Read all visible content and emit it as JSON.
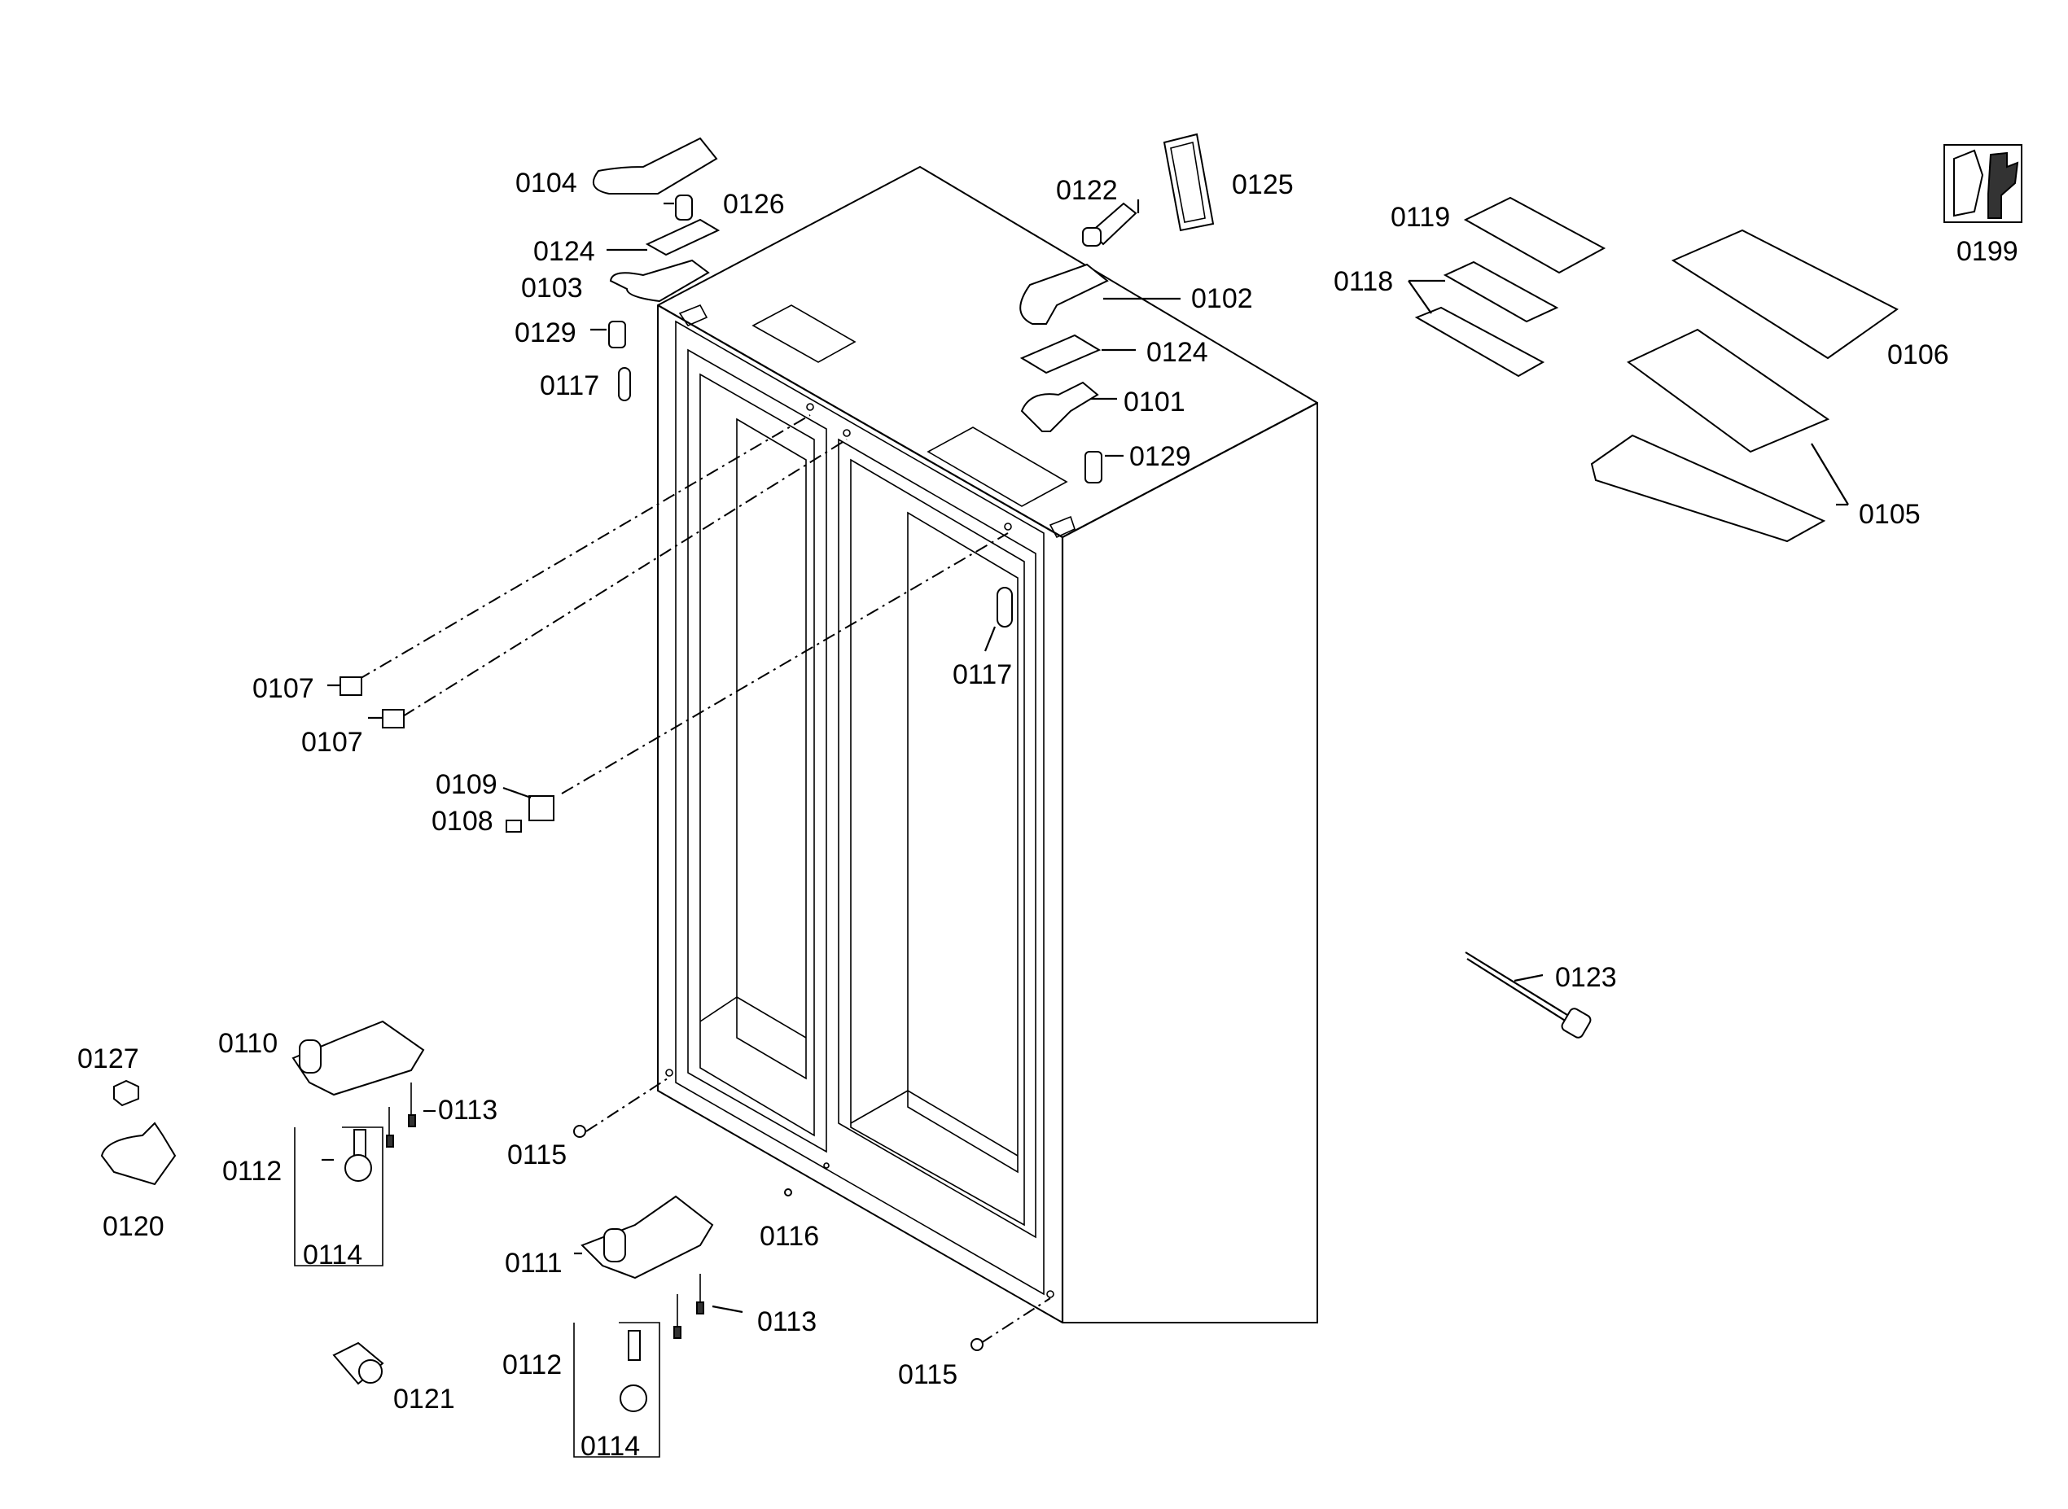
{
  "labels": {
    "l0104": "0104",
    "l0126": "0126",
    "l0124a": "0124",
    "l0103": "0103",
    "l0129a": "0129",
    "l0117a": "0117",
    "l0122": "0122",
    "l0125": "0125",
    "l0102": "0102",
    "l0124b": "0124",
    "l0101": "0101",
    "l0129b": "0129",
    "l0119": "0119",
    "l0118": "0118",
    "l0106": "0106",
    "l0105": "0105",
    "l0199": "0199",
    "l0107a": "0107",
    "l0107b": "0107",
    "l0117b": "0117",
    "l0109": "0109",
    "l0108": "0108",
    "l0123": "0123",
    "l0127": "0127",
    "l0110": "0110",
    "l0113a": "0113",
    "l0112a": "0112",
    "l0115a": "0115",
    "l0120": "0120",
    "l0114a": "0114",
    "l0116": "0116",
    "l0111": "0111",
    "l0113b": "0113",
    "l0112b": "0112",
    "l0121": "0121",
    "l0115b": "0115",
    "l0114b": "0114"
  },
  "icons": {
    "service_icon": "wrench-nut-icon"
  }
}
